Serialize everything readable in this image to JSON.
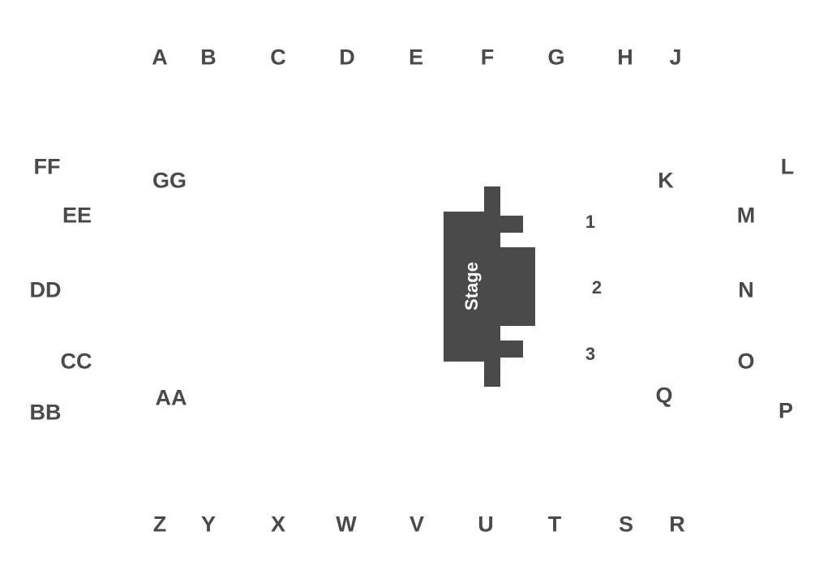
{
  "sections": {
    "a": "A",
    "b": "B",
    "c": "C",
    "d": "D",
    "e": "E",
    "f": "F",
    "g": "G",
    "h": "H",
    "j": "J",
    "k": "K",
    "l": "L",
    "m": "M",
    "n": "N",
    "o": "O",
    "p": "P",
    "q": "Q",
    "r": "R",
    "s": "S",
    "t": "T",
    "u": "U",
    "v": "V",
    "w": "W",
    "x": "X",
    "y": "Y",
    "z": "Z",
    "aa": "AA",
    "bb": "BB",
    "cc": "CC",
    "dd": "DD",
    "ee": "EE",
    "ff": "FF",
    "gg": "GG",
    "one": "1",
    "two": "2",
    "three": "3"
  },
  "stage": {
    "label": "Stage",
    "color": "#4a4a4a"
  },
  "colors": {
    "text": "#4a4a4a",
    "background": "#ffffff"
  }
}
